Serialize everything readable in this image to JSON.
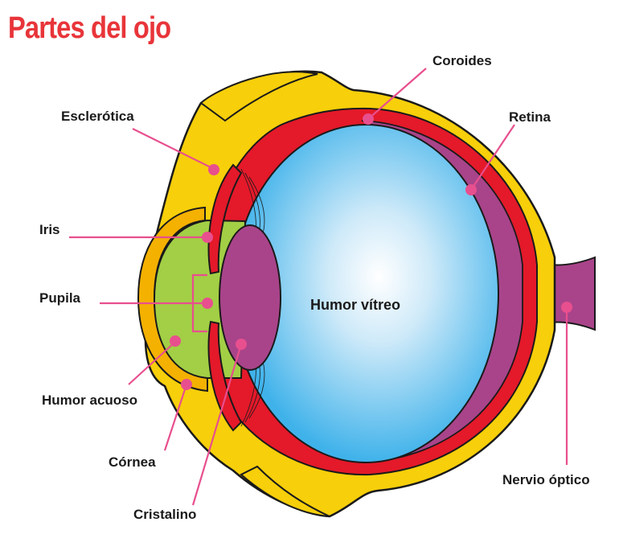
{
  "title": "Partes del ojo",
  "labels": {
    "coroides": "Coroides",
    "esclerotica": "Esclerótica",
    "retina": "Retina",
    "iris": "Iris",
    "pupila": "Pupila",
    "humor_vitreo": "Humor vítreo",
    "humor_acuoso": "Humor acuoso",
    "cornea": "Córnea",
    "nervio_optico": "Nervio óptico",
    "cristalino": "Cristalino"
  },
  "colors": {
    "title": "#e8353a",
    "sclera": "#f7cf0a",
    "sclera_outline": "#e9a800",
    "choroid": "#e4192a",
    "retina": "#a9448a",
    "vitreous_center": "#ffffff",
    "vitreous_edge": "#42b4ea",
    "aqueous": "#a2cf45",
    "leader": "#e84f8e",
    "outline": "#1a1a1a"
  }
}
